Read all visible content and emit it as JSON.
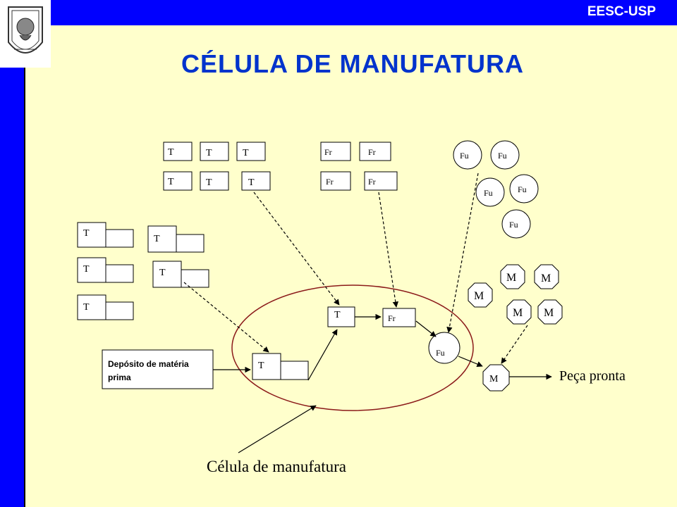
{
  "header": {
    "institution": "EESC-USP"
  },
  "title": "CÉLULA DE MANUFATURA",
  "colors": {
    "bar": "#0000FF",
    "title": "#0033CC",
    "background": "#FFFFCC",
    "cell_outline": "#8B1A1A"
  },
  "machines": {
    "lathe": "T",
    "mill": "Fr",
    "drill": "Fu",
    "grinder": "M"
  },
  "deposit": {
    "line1": "Depósito de matéria",
    "line2": "prima"
  },
  "finished_label": "Peça pronta",
  "cell_label": "Célula de manufatura",
  "logo": "eesc-seal-icon"
}
